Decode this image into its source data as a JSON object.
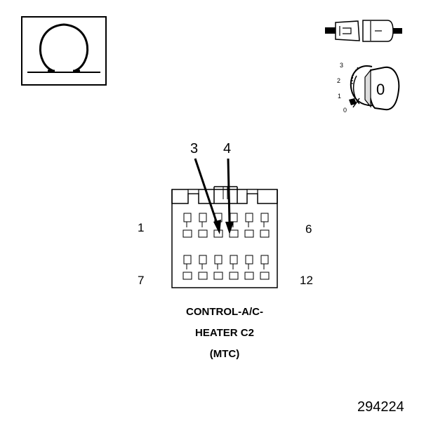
{
  "symbols": {
    "ohmmeter": "ohm-icon",
    "connector_probe": "connector-probe-icon",
    "ignition_key": "ignition-key-icon"
  },
  "ignition": {
    "positions": [
      "3",
      "2",
      "1",
      "0"
    ],
    "key_position": "0"
  },
  "callouts": {
    "first": "3",
    "second": "4"
  },
  "connector": {
    "pin_top_left": "1",
    "pin_top_right": "6",
    "pin_bottom_left": "7",
    "pin_bottom_right": "12",
    "name_line1": "CONTROL-A/C-",
    "name_line2": "HEATER C2",
    "name_line3": "(MTC)"
  },
  "figure_number": "294224"
}
